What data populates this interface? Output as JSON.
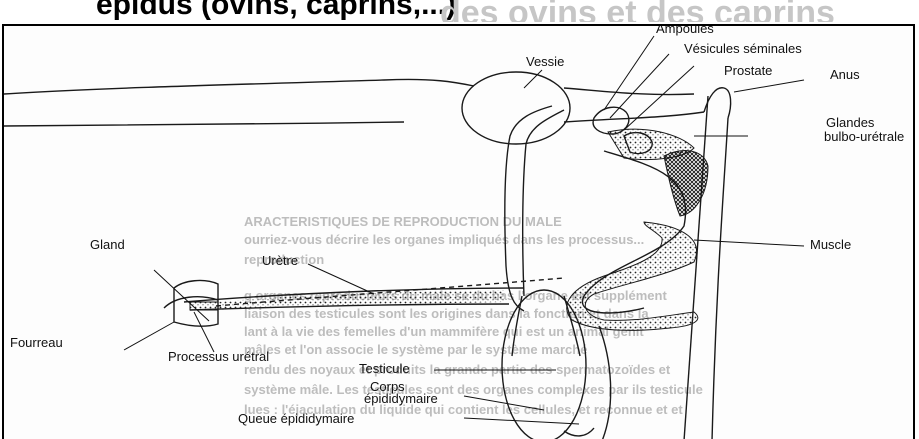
{
  "header": {
    "caption_part_a": "epidus (ovins, caprins,...)",
    "caption_part_b": "des ovins et des caprins"
  },
  "background_text": {
    "line1": "ARACTERISTIQUES DE REPRODUCTION DU MALE",
    "line2": "ourriez-vous décrire les organes impliqués dans les processus...",
    "line3": "reproduction",
    "line4": "g organes reproducteurs du male se du bas l'organe est supplément",
    "line5": "liaison des testicules sont les origines dans la fonction et dans la",
    "line6": "lant à la vie des femelles d'un mammifère qui est un animal génit",
    "line7": "mâles et l'on associe le système par le système marché",
    "line8": "rendu des noyaux et produits la grande partie des spermatozoïdes et",
    "line9": "système mâle. Les testicules sont des organes complexes par ils testicule",
    "line10": "lues : l'éjaculation du liquide qui contient les cellules, et reconnue et et"
  },
  "labels": {
    "ampoules": "Ampoules",
    "vesicules": "Vésicules séminales",
    "vessie": "Vessie",
    "prostate": "Prostate",
    "anus": "Anus",
    "glandes_line1": "Glandes",
    "glandes_line2": "bulbo-urétrale",
    "muscle": "Muscle",
    "gland": "Gland",
    "uretre": "Urètre",
    "fourreau": "Fourreau",
    "processus": "Processus urétral",
    "testicule": "Testicule",
    "corps_line1": "Corps",
    "corps_line2": "épididymaire",
    "queue": "Queue épididymaire"
  }
}
